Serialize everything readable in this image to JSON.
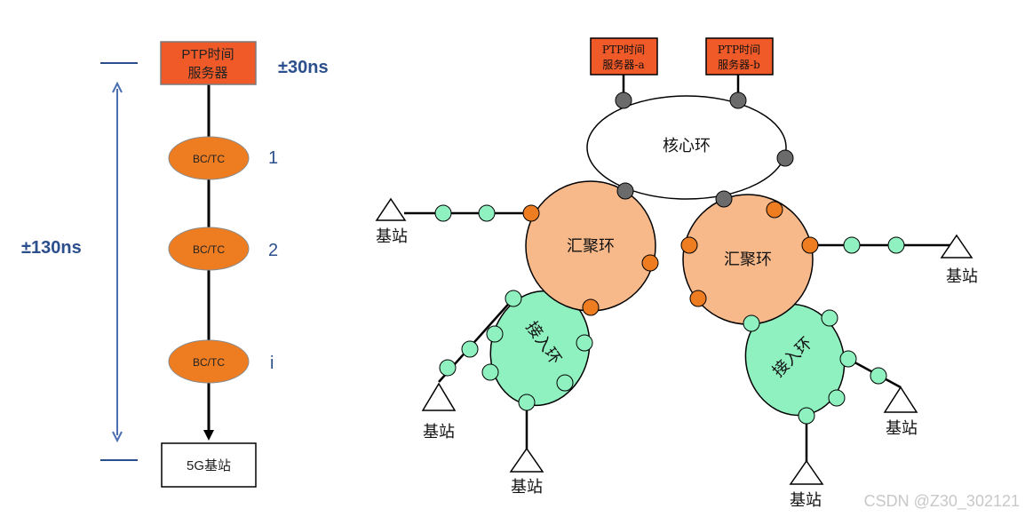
{
  "left_chain": {
    "server_label_line1": "PTP时间",
    "server_label_line2": "服务器",
    "server_accuracy": "±30ns",
    "total_accuracy": "±130ns",
    "nodes": [
      {
        "label": "BC/TC",
        "index": "1"
      },
      {
        "label": "BC/TC",
        "index": "2"
      },
      {
        "label": "BC/TC",
        "index": "i"
      }
    ],
    "endpoint_label": "5G基站"
  },
  "network": {
    "server_a_line1": "PTP时间",
    "server_a_line2": "服务器-a",
    "server_b_line1": "PTP时间",
    "server_b_line2": "服务器-b",
    "core_ring": "核心环",
    "agg_ring_left": "汇聚环",
    "agg_ring_right": "汇聚环",
    "access_ring_left": "接入环",
    "access_ring_right": "接入环",
    "base_station_labels": [
      "基站",
      "基站",
      "基站",
      "基站",
      "基站",
      "基站"
    ]
  },
  "watermark": "CSDN @Z30_302121",
  "colors": {
    "server_fill": "#f05a28",
    "node_fill": "#ee7d22",
    "accent_blue": "#2b4f8c",
    "agg_fill": "#f7b98a",
    "access_fill": "#8ff0c0",
    "gray_port": "#6b6b6b"
  }
}
